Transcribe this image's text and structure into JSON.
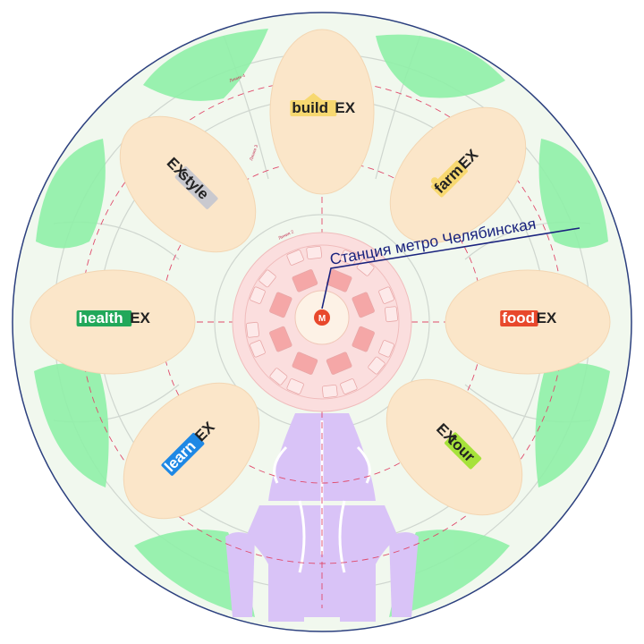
{
  "map": {
    "station_label": "Станция метро Челябинская",
    "metro_symbol": "М",
    "line_label": "Линия 4",
    "line_label_short": "Линия 3",
    "line_label_alt": "Линия 2",
    "colors": {
      "ring_outline": "#2b3f7e",
      "base_fill": "#f1f8ee",
      "green": "#8ff0a7",
      "petal": "#fbe6c9",
      "center_disc": "#fbdede",
      "center_block": "#f5a7a7",
      "purple": "#d9c3f7",
      "dash": "#e04a6b",
      "path": "#c8cfc8",
      "leader": "#1a237e"
    }
  },
  "zones": [
    {
      "id": "buildex",
      "text_a": "build",
      "text_b": "EX",
      "badge_color": "#f7d870",
      "text_color": "#222222",
      "icon": "house-icon"
    },
    {
      "id": "farmex",
      "text_a": "farm",
      "text_b": "EX",
      "badge_color": "#f7d870",
      "text_color": "#222222",
      "icon": "farm-icon"
    },
    {
      "id": "foodex",
      "text_a": "food",
      "text_b": "EX",
      "badge_color": "#e8482c",
      "text_color": "#ffffff",
      "icon": ""
    },
    {
      "id": "extour",
      "text_a": "EX",
      "text_b": "tour",
      "badge_color": "#a6e23a",
      "text_color": "#222222",
      "icon": ""
    },
    {
      "id": "learnex",
      "text_a": "learn",
      "text_b": "EX",
      "badge_color": "#1e88e5",
      "text_color": "#ffffff",
      "icon": ""
    },
    {
      "id": "healthex",
      "text_a": "health",
      "text_b": "EX",
      "badge_color": "#22a85a",
      "text_color": "#ffffff",
      "icon": ""
    },
    {
      "id": "exstyle",
      "text_a": "EX",
      "text_b": "style",
      "badge_color": "#c9c9cf",
      "text_color": "#222222",
      "icon": ""
    }
  ]
}
